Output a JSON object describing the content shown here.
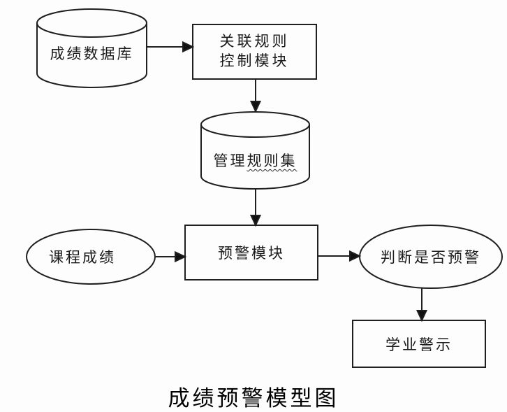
{
  "diagram": {
    "caption": "成绩预警模型图",
    "colors": {
      "line": "#1f1f1f",
      "text": "#1a1a1a",
      "background": "#fdfdfd"
    },
    "nodes": {
      "grade_database": {
        "shape": "cylinder",
        "label": "成绩数据库"
      },
      "assoc_rule_module": {
        "shape": "rect",
        "label_line1": "关联规则",
        "label_line2": "控制模块"
      },
      "rule_set": {
        "shape": "cylinder",
        "label_prefix": "管理",
        "label_underlined": "规则集"
      },
      "warning_module": {
        "shape": "rect",
        "label": "预警模块"
      },
      "course_grades": {
        "shape": "ellipse",
        "label": "课程成绩"
      },
      "judge_warning": {
        "shape": "ellipse",
        "label": "判断是否预警"
      },
      "academic_warning": {
        "shape": "rect",
        "label": "学业警示"
      }
    },
    "edges": [
      {
        "from": "grade_database",
        "to": "assoc_rule_module"
      },
      {
        "from": "assoc_rule_module",
        "to": "rule_set"
      },
      {
        "from": "rule_set",
        "to": "warning_module"
      },
      {
        "from": "course_grades",
        "to": "warning_module"
      },
      {
        "from": "warning_module",
        "to": "judge_warning"
      },
      {
        "from": "judge_warning",
        "to": "academic_warning"
      }
    ]
  }
}
